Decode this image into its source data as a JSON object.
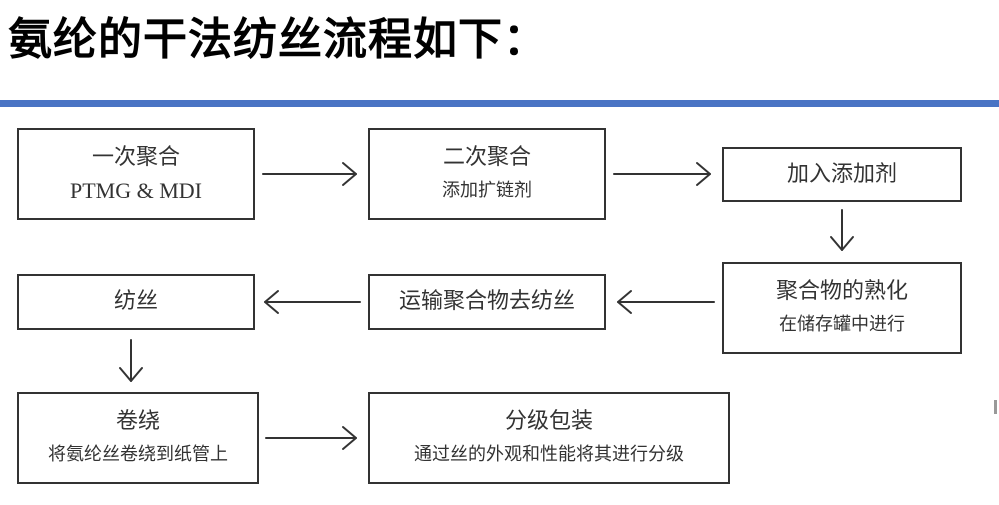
{
  "title": "氨纶的干法纺丝流程如下：",
  "colors": {
    "accent_rule": "#4a74c4",
    "box_border": "#333333",
    "text": "#333333"
  },
  "nodes": {
    "step1": {
      "main": "一次聚合",
      "sub": "PTMG & MDI"
    },
    "step2": {
      "main": "二次聚合",
      "sub": "添加扩链剂"
    },
    "step3": {
      "main": "加入添加剂"
    },
    "step4": {
      "main": "聚合物的熟化",
      "sub": "在储存罐中进行"
    },
    "step5": {
      "main": "运输聚合物去纺丝"
    },
    "step6": {
      "main": "纺丝"
    },
    "step7": {
      "main": "卷绕",
      "sub": "将氨纶丝卷绕到纸管上"
    },
    "step8": {
      "main": "分级包装",
      "sub": "通过丝的外观和性能将其进行分级"
    }
  },
  "edges": [
    [
      "step1",
      "step2"
    ],
    [
      "step2",
      "step3"
    ],
    [
      "step3",
      "step4"
    ],
    [
      "step4",
      "step5"
    ],
    [
      "step5",
      "step6"
    ],
    [
      "step6",
      "step7"
    ],
    [
      "step7",
      "step8"
    ]
  ]
}
